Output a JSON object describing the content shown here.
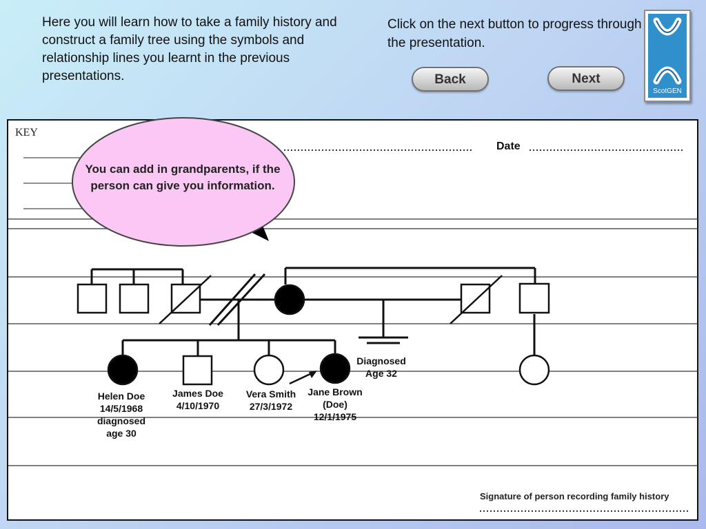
{
  "intro_text": "Here you will learn how to take a family history and construct a family tree using the symbols and relationship lines you learnt in the previous presentations.",
  "nav_hint": "Click on the next button to progress through the presentation.",
  "buttons": {
    "back": "Back",
    "next": "Next"
  },
  "logo": {
    "text": "ScotGEN",
    "icon": "chromosome-icon",
    "color": "#2f90cc"
  },
  "form": {
    "key_title": "KEY",
    "date_label": "Date",
    "signature_label": "Signature of person recording family history"
  },
  "bubble_text": "You can add in grandparents, if the person can give you information.",
  "people": {
    "helen": "Helen Doe\n14/5/1968\ndiagnosed\nage 30",
    "james": "James Doe\n4/10/1970",
    "vera": "Vera Smith\n27/3/1972",
    "jane": "Jane Brown\n(Doe)\n12/1/1975",
    "jane_note": "Diagnosed\nAge 32"
  },
  "colors": {
    "bubble_fill": "#fbc8f6",
    "affected": "#000000"
  }
}
